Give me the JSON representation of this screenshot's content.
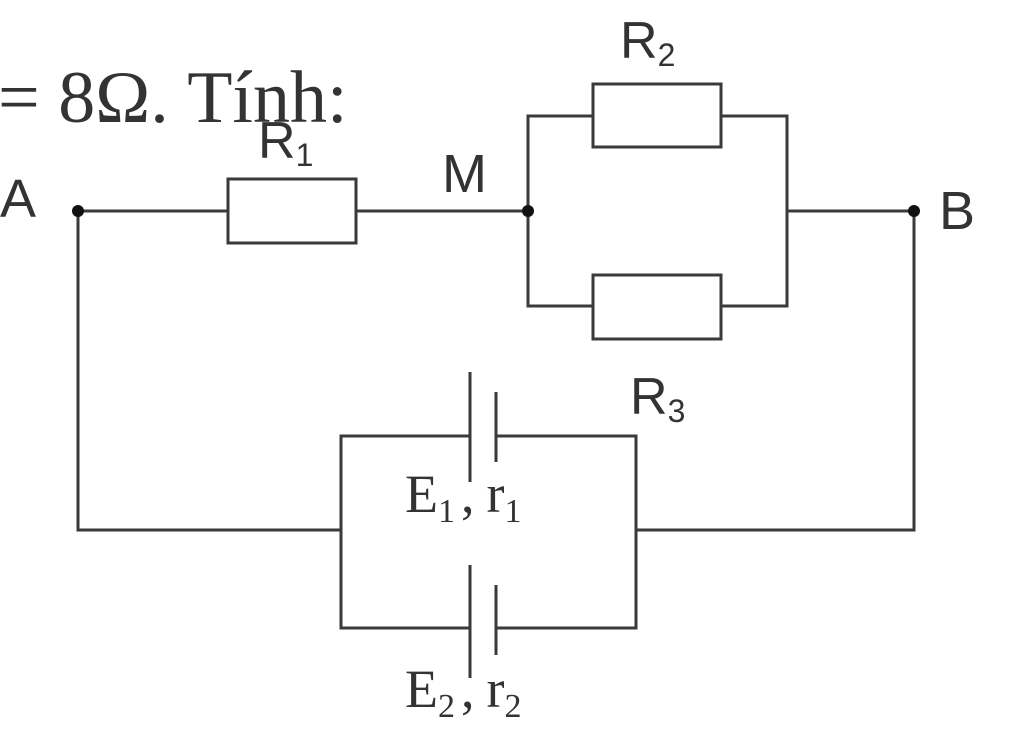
{
  "header": {
    "text": "= 8Ω. Tính:"
  },
  "nodes": {
    "A": "A",
    "M": "M",
    "B": "B"
  },
  "resistors": {
    "r1": {
      "main": "R",
      "sub": "1"
    },
    "r2": {
      "main": "R",
      "sub": "2"
    },
    "r3": {
      "main": "R",
      "sub": "3"
    }
  },
  "sources": {
    "e1": {
      "emf": "E",
      "emf_sub": "1",
      "sep": ",",
      "res": "r",
      "res_sub": "1"
    },
    "e2": {
      "emf": "E",
      "emf_sub": "2",
      "sep": ",",
      "res": "r",
      "res_sub": "2"
    }
  }
}
